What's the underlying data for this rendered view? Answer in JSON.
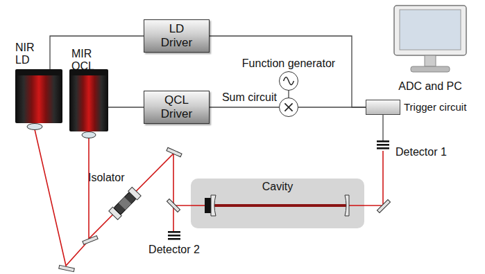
{
  "diagram": {
    "nodes": [
      {
        "text": [
          "NIR LD"
        ]
      },
      {
        "text": [
          "MIR QCL"
        ]
      },
      {
        "text": [
          "LD Driver"
        ]
      },
      {
        "text": [
          "QCL Driver"
        ]
      },
      {
        "text": [
          "Function generator"
        ]
      },
      {
        "text": [
          "Sum circuit"
        ]
      },
      {
        "text": [
          "ADC and PC"
        ]
      },
      {
        "text": [
          "Trigger circuit"
        ]
      },
      {
        "text": [
          "Detector 1"
        ]
      },
      {
        "text": [
          "Isolator"
        ]
      },
      {
        "text": [
          "Cavity"
        ]
      },
      {
        "text": [
          "Detector 2"
        ]
      }
    ],
    "edges": [
      {
        "from": 0,
        "to": 2,
        "arrow": "none"
      },
      {
        "from": 2,
        "to": 7,
        "arrow": "none"
      },
      {
        "from": 1,
        "to": 3,
        "arrow": "none"
      },
      {
        "from": 3,
        "to": 5,
        "arrow": "none"
      },
      {
        "from": 4,
        "to": 5,
        "arrow": "none"
      },
      {
        "from": 5,
        "to": 7,
        "arrow": "none"
      },
      {
        "from": 7,
        "to": 8,
        "arrow": "none"
      }
    ]
  }
}
